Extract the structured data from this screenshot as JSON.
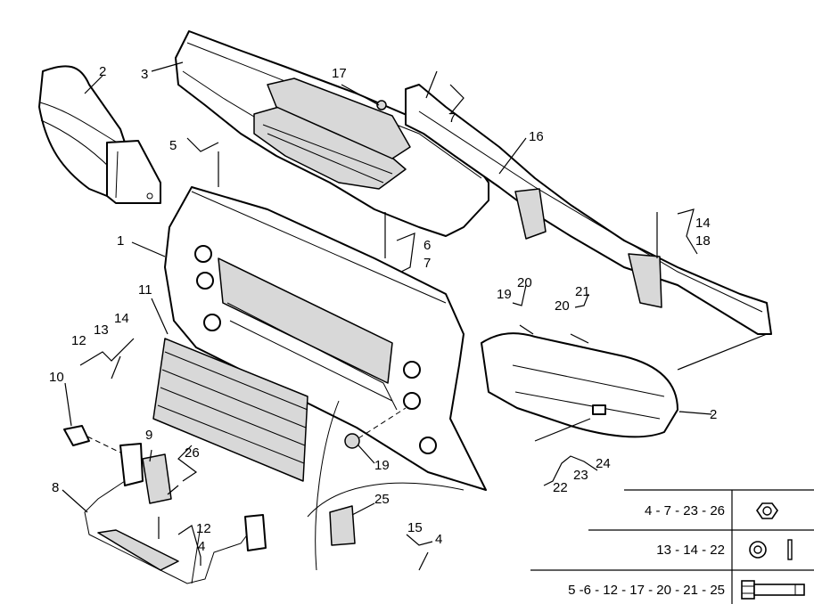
{
  "callouts": [
    {
      "id": "c1",
      "text": "1"
    },
    {
      "id": "c2a",
      "text": "2"
    },
    {
      "id": "c2b",
      "text": "2"
    },
    {
      "id": "c3",
      "text": "3"
    },
    {
      "id": "c4a",
      "text": "4"
    },
    {
      "id": "c4b",
      "text": "4"
    },
    {
      "id": "c5",
      "text": "5"
    },
    {
      "id": "c6",
      "text": "6"
    },
    {
      "id": "c7a",
      "text": "7"
    },
    {
      "id": "c7b",
      "text": "7"
    },
    {
      "id": "c8",
      "text": "8"
    },
    {
      "id": "c9",
      "text": "9"
    },
    {
      "id": "c10",
      "text": "10"
    },
    {
      "id": "c11",
      "text": "11"
    },
    {
      "id": "c12a",
      "text": "12"
    },
    {
      "id": "c12b",
      "text": "12"
    },
    {
      "id": "c13",
      "text": "13"
    },
    {
      "id": "c14a",
      "text": "14"
    },
    {
      "id": "c14b",
      "text": "14"
    },
    {
      "id": "c15",
      "text": "15"
    },
    {
      "id": "c16",
      "text": "16"
    },
    {
      "id": "c17",
      "text": "17"
    },
    {
      "id": "c18",
      "text": "18"
    },
    {
      "id": "c19a",
      "text": "19"
    },
    {
      "id": "c19b",
      "text": "19"
    },
    {
      "id": "c20a",
      "text": "20"
    },
    {
      "id": "c20b",
      "text": "20"
    },
    {
      "id": "c21",
      "text": "21"
    },
    {
      "id": "c22",
      "text": "22"
    },
    {
      "id": "c23",
      "text": "23"
    },
    {
      "id": "c24",
      "text": "24"
    },
    {
      "id": "c25",
      "text": "25"
    },
    {
      "id": "c26",
      "text": "26"
    }
  ],
  "legend": {
    "rows": [
      {
        "label": "4 - 7 - 23 - 26",
        "icon": "nut-icon"
      },
      {
        "label": "13 - 14 - 22",
        "icon": "washer-icon"
      },
      {
        "label": "5 -6 - 12 - 17 - 20 - 21 - 25",
        "icon": "bolt-icon"
      }
    ]
  }
}
